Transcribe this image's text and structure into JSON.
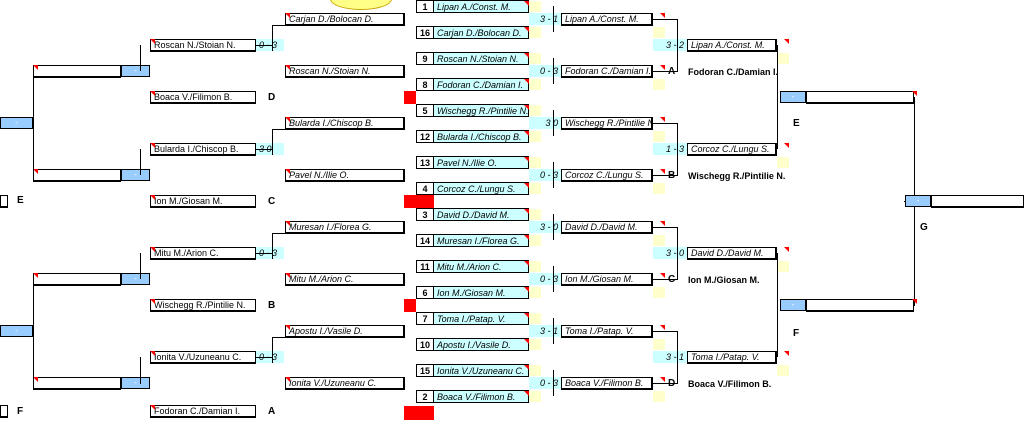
{
  "seeds": [
    {
      "n": "1",
      "t": "Lipan A./Const. M."
    },
    {
      "n": "16",
      "t": "Carjan D./Bolocan D."
    },
    {
      "n": "9",
      "t": "Roscan N./Stoian N."
    },
    {
      "n": "8",
      "t": "Fodoran C./Damian I."
    },
    {
      "n": "5",
      "t": "Wischegg R./Pintilie N."
    },
    {
      "n": "12",
      "t": "Bularda I./Chiscop B."
    },
    {
      "n": "13",
      "t": "Pavel N./Ilie O."
    },
    {
      "n": "4",
      "t": "Corcoz C./Lungu S."
    },
    {
      "n": "3",
      "t": "David D./David M."
    },
    {
      "n": "14",
      "t": "Muresan I./Florea G."
    },
    {
      "n": "11",
      "t": "Mitu M./Arion C."
    },
    {
      "n": "6",
      "t": "Ion M./Giosan M."
    },
    {
      "n": "7",
      "t": "Toma I./Patap. V."
    },
    {
      "n": "10",
      "t": "Apostu I./Vasile D."
    },
    {
      "n": "15",
      "t": "Ionita V./Uzuneanu C."
    },
    {
      "n": "2",
      "t": "Boaca V./Filimon B."
    }
  ],
  "r1": [
    {
      "score": "3 - 1",
      "winner": "Lipan A./Const. M."
    },
    {
      "score": "0 - 3",
      "winner": "Fodoran C./Damian I."
    },
    {
      "score": "3   0",
      "winner": "Wischegg R./Pintilie N."
    },
    {
      "score": "0 - 3",
      "winner": "Corcoz C./Lungu S."
    },
    {
      "score": "3 - 0",
      "winner": "David D./David M."
    },
    {
      "score": "0 - 3",
      "winner": "Ion M./Giosan M."
    },
    {
      "score": "3 - 1",
      "winner": "Toma I./Patap. V."
    },
    {
      "score": "0 - 3",
      "winner": "Boaca V./Filimon B."
    }
  ],
  "r2": [
    {
      "score": "3 - 2",
      "winner": "Lipan A./Const. M.",
      "letter": "A",
      "loser": "Fodoran C./Damian I."
    },
    {
      "score": "1 - 3",
      "winner": "Corcoz C./Lungu S.",
      "letter": "B",
      "loser": "Wischegg R./Pintilie N."
    },
    {
      "score": "3 - 0",
      "winner": "David D./David M.",
      "letter": "C",
      "loser": "Ion M./Giosan M."
    },
    {
      "score": "3 - 1",
      "winner": "Toma I./Patap. V.",
      "letter": "D",
      "loser": "Boaca V./Filimon B."
    }
  ],
  "right_letters": {
    "e": "E",
    "f": "F",
    "g": "G"
  },
  "left": {
    "feed": [
      "Carjan D./Bolocan D.",
      "Roscan N./Stoian N.",
      "Bularda I./Chiscop B.",
      "Pavel N./Ilie O.",
      "Muresan I./Florea G.",
      "Mitu M./Arion C.",
      "Apostu I./Vasile D.",
      "Ionita V./Uzuneanu C."
    ],
    "mid": [
      {
        "name": "Roscan N./Stoian N.",
        "score": "0 - 3"
      },
      {
        "name": "Boaca V./Filimon B.",
        "letter": "D"
      },
      {
        "name": "Bularda I./Chiscop B.",
        "score": "3   0"
      },
      {
        "name": "Ion M./Giosan M.",
        "letter": "C"
      },
      {
        "name": "Mitu M./Arion C.",
        "score": "0 - 3"
      },
      {
        "name": "Wischegg R./Pintilie N.",
        "letter": "B"
      },
      {
        "name": "Ionita V./Uzuneanu C.",
        "score": "0 - 3"
      },
      {
        "name": "Fodoran C./Damian I.",
        "letter": "A"
      }
    ],
    "letters": {
      "e": "E",
      "f": "F"
    }
  },
  "placeholder": "-"
}
